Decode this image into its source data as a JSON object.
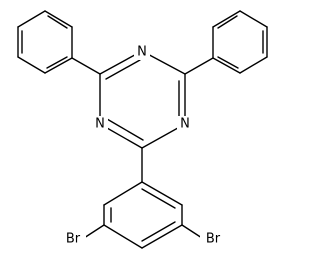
{
  "molecule": {
    "atom_labels": {
      "n_top": "N",
      "n_left": "N",
      "n_right": "N",
      "br_left": "Br",
      "br_right": "Br"
    },
    "colors": {
      "bond": "#000000",
      "label": "#000000",
      "background": "#ffffff"
    }
  }
}
